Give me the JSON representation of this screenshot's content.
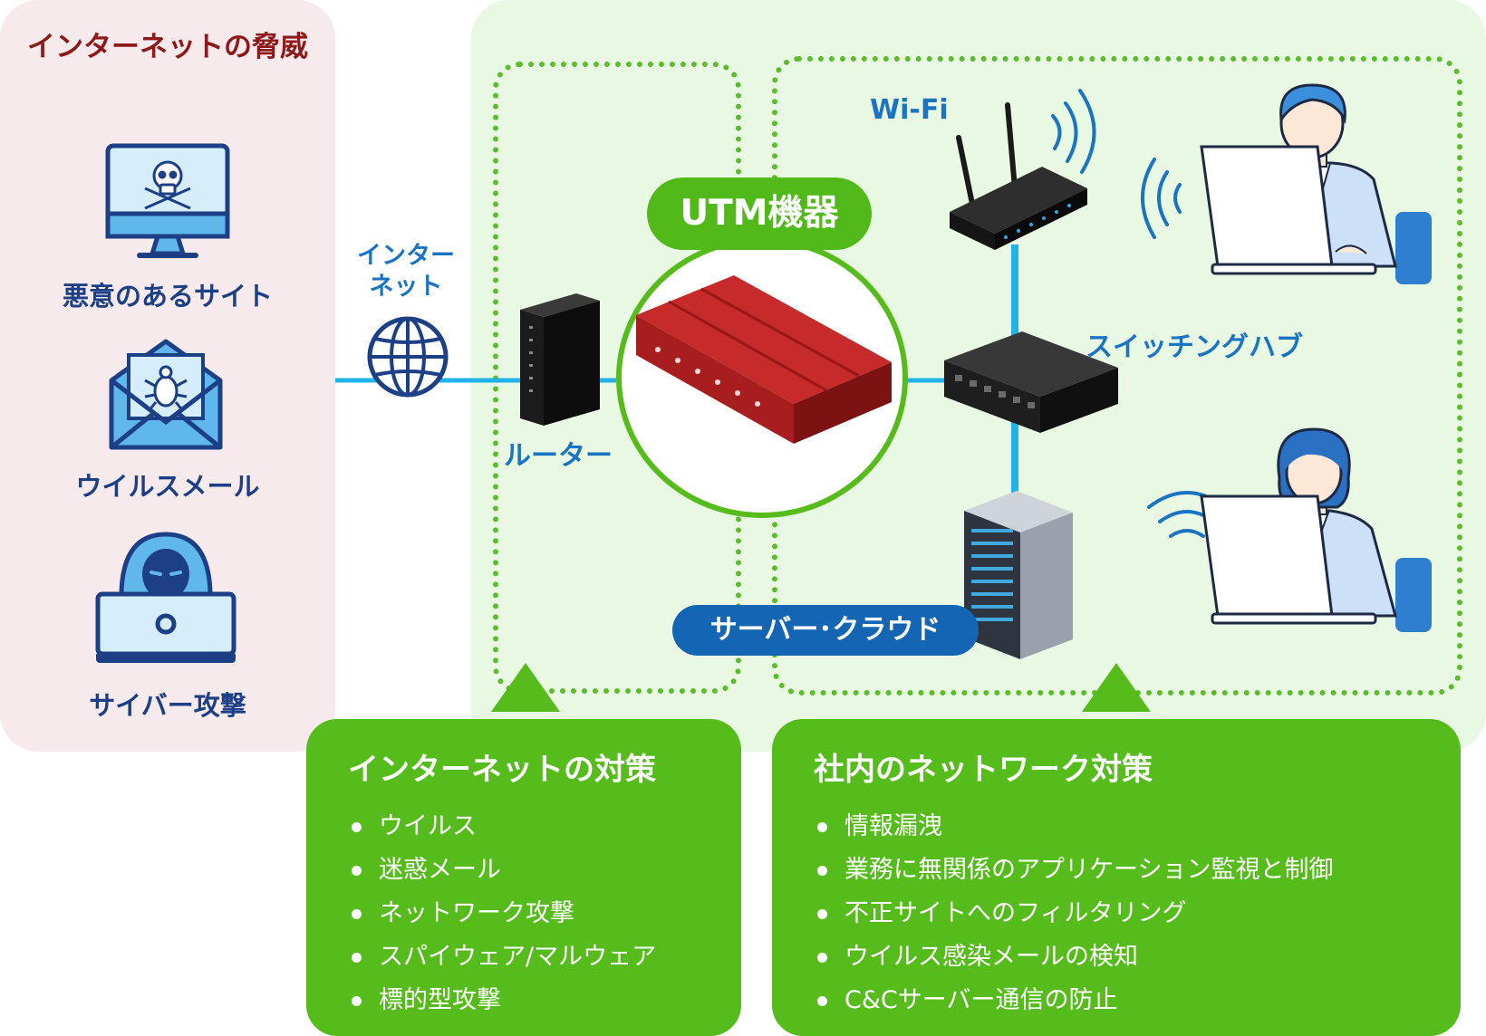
{
  "threats": {
    "title": "インターネットの脅威",
    "items": [
      {
        "label": "悪意のあるサイト"
      },
      {
        "label": "ウイルスメール"
      },
      {
        "label": "サイバー攻撃"
      }
    ]
  },
  "network": {
    "internet_label": "インター\nネット",
    "router_label": "ルーター",
    "utm_label": "UTM機器",
    "wifi_label": "Wi-Fi",
    "switch_label": "スイッチングハブ",
    "server_label": "サーバー･クラウド"
  },
  "panels": {
    "internet": {
      "title": "インターネットの対策",
      "items": [
        "ウイルス",
        "迷惑メール",
        "ネットワーク攻撃",
        "スパイウェア/マルウェア",
        "標的型攻撃"
      ]
    },
    "internal": {
      "title": "社内のネットワーク対策",
      "items": [
        "情報漏洩",
        "業務に無関係のアプリケーション監視と制御",
        "不正サイトへのフィルタリング",
        "ウイルス感染メールの検知",
        "C&Cサーバー通信の防止"
      ]
    }
  },
  "colors": {
    "threat_bg": "#f7eaec",
    "threat_title": "#8c1a1a",
    "threat_label": "#1c3f86",
    "network_bg": "#e9f8e3",
    "accent_green": "#55bc1b",
    "accent_blue": "#1a74c4",
    "server_pill": "#1565b5",
    "utm_device": "#b52121",
    "cable": "#20b3ea"
  }
}
